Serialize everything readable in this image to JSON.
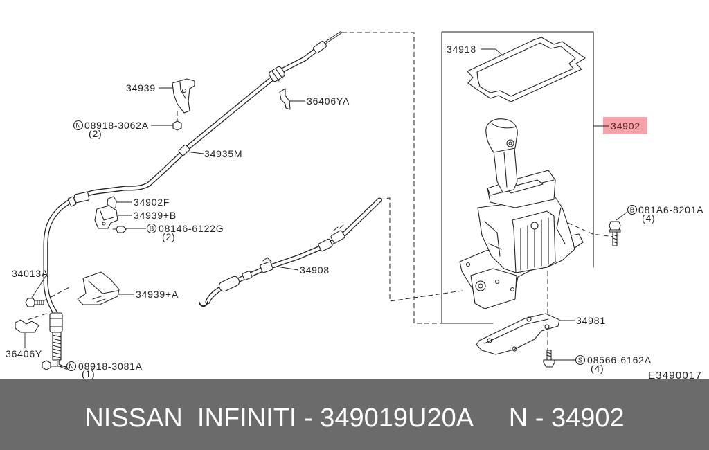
{
  "diagram": {
    "drawing_code": "E3490017",
    "callouts": [
      "34918",
      "34939",
      "36406YA",
      "34902",
      "34935M",
      "34902F",
      "34939+B",
      "34908",
      "34013A",
      "34939+A",
      "34981",
      "36406Y"
    ],
    "fasteners": [
      {
        "symbol": "N",
        "part": "08918-3062A",
        "qty": "(2)"
      },
      {
        "symbol": "B",
        "part": "08146-6122G",
        "qty": "(2)"
      },
      {
        "symbol": "B",
        "part": "081A6-8201A",
        "qty": "(4)"
      },
      {
        "symbol": "N",
        "part": "08918-3081A",
        "qty": "(1)"
      },
      {
        "symbol": "S",
        "part": "08566-6162A",
        "qty": "(4)"
      }
    ]
  },
  "banner": {
    "text": "NISSAN  INFINITI - 349019U20A     N - 34902"
  },
  "colors": {
    "highlight": "#f5a3aa",
    "highlight_text": "#5a1f24",
    "banner_bg": "#6b6b6b",
    "banner_text": "#ffffff"
  }
}
